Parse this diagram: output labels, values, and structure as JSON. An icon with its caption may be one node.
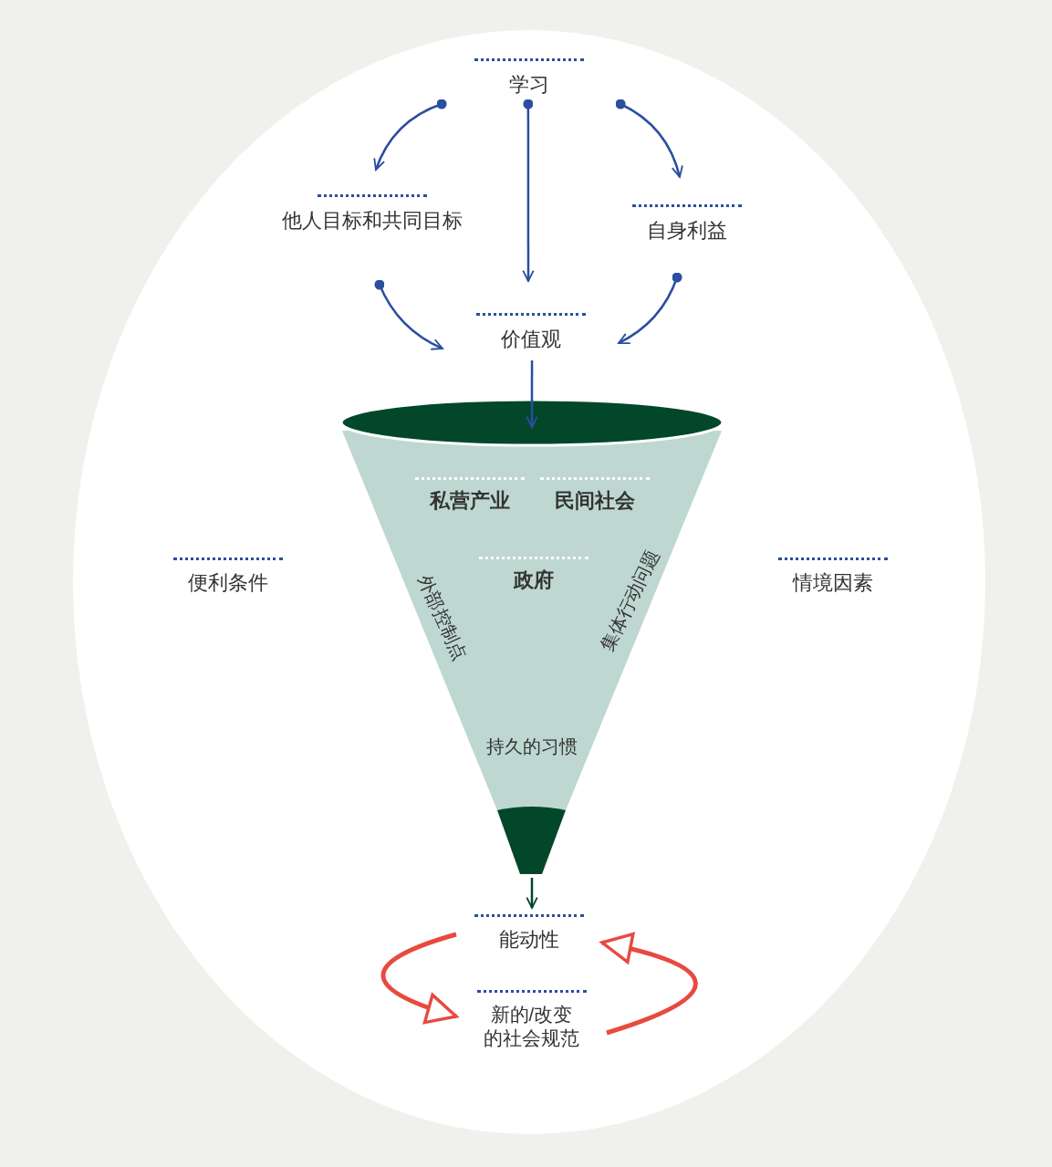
{
  "diagram": {
    "nodes": [
      {
        "text": [
          "学习"
        ]
      },
      {
        "text": [
          "他人目标和共同目标"
        ]
      },
      {
        "text": [
          "自身利益"
        ]
      },
      {
        "text": [
          "价值观"
        ]
      },
      {
        "text": [],
        "shape": "funnel"
      },
      {
        "text": [
          "私营产业"
        ],
        "in": 4
      },
      {
        "text": [
          "民间社会"
        ],
        "in": 4
      },
      {
        "text": [
          "政府"
        ],
        "in": 4
      },
      {
        "text": [
          "能动性"
        ]
      },
      {
        "text": [
          "新的/改变的社会规范"
        ]
      }
    ],
    "edges": [
      {
        "from": 0,
        "to": 1,
        "arrow": "to"
      },
      {
        "from": 0,
        "to": 3,
        "arrow": "to"
      },
      {
        "from": 0,
        "to": 2,
        "arrow": "to"
      },
      {
        "from": 1,
        "to": 3,
        "arrow": "to"
      },
      {
        "from": 2,
        "to": 3,
        "arrow": "to"
      },
      {
        "from": 3,
        "to": 4,
        "arrow": "to"
      },
      {
        "from": 4,
        "to": 8,
        "arrow": "to",
        "color": "#03472a"
      },
      {
        "from": 8,
        "to": 9,
        "arrow": "to",
        "style": "thick",
        "color": "#e84a40"
      },
      {
        "from": 9,
        "to": 8,
        "arrow": "to",
        "style": "thick",
        "color": "#e84a40"
      }
    ],
    "labels": [
      "便利条件",
      "外部控制点",
      "集体行动问题",
      "情境因素",
      "持久的习惯"
    ]
  }
}
